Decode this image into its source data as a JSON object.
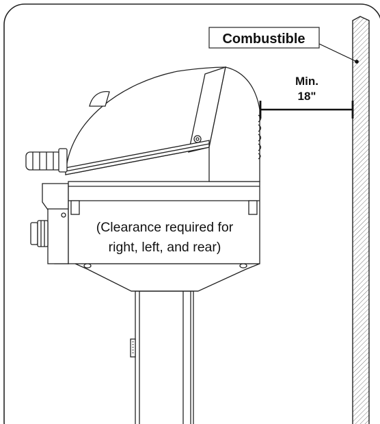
{
  "diagram": {
    "wall_label": "Combustible",
    "clearance_label_line1": "Min.",
    "clearance_label_line2": "18\"",
    "note_line1": "(Clearance required for",
    "note_line2": "right, left, and rear)"
  }
}
